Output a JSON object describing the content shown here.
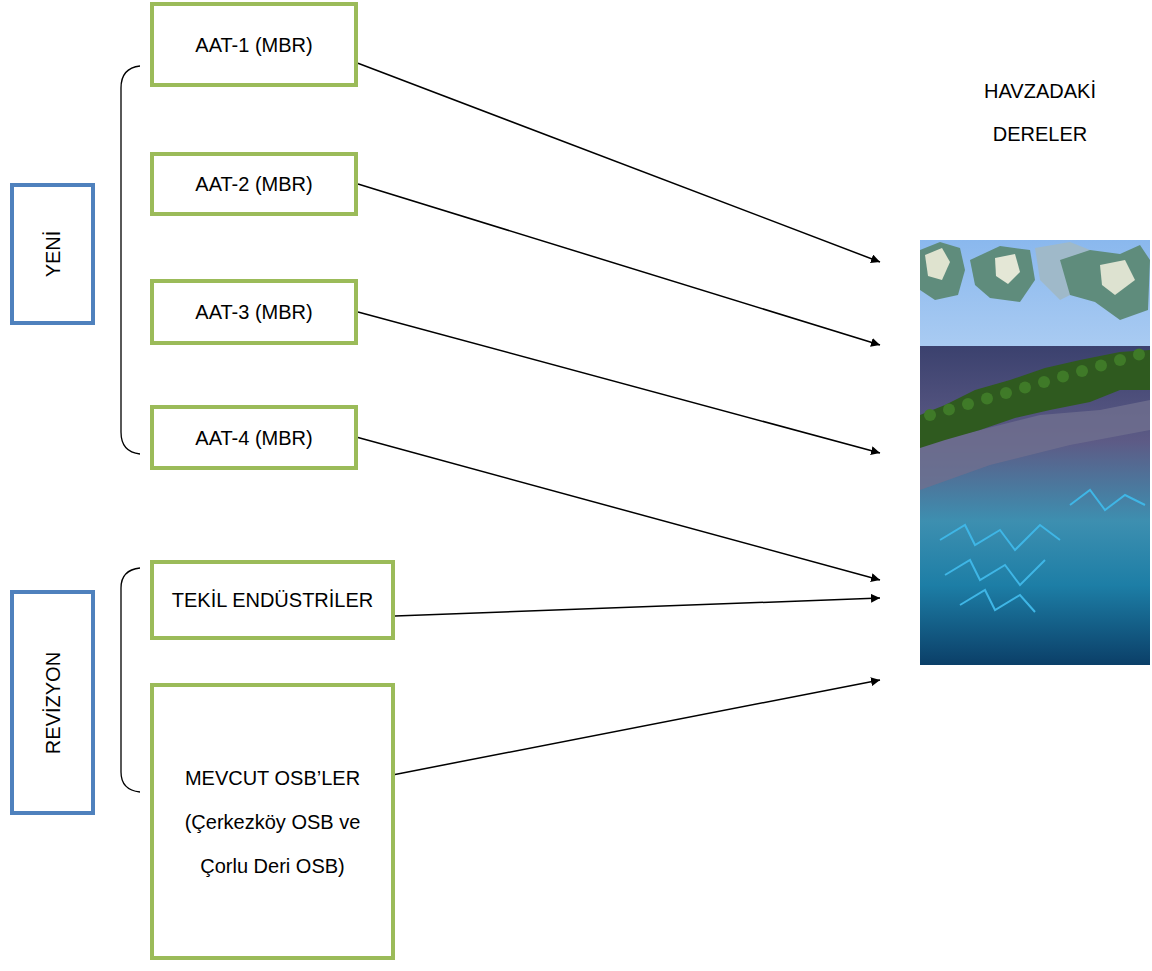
{
  "diagram": {
    "nodes": [
      {
        "text": [
          "AAT-1 (MBR)"
        ]
      },
      {
        "text": [
          "AAT-2 (MBR)"
        ]
      },
      {
        "text": [
          "AAT-3 (MBR)"
        ]
      },
      {
        "text": [
          "AAT-4 (MBR)"
        ]
      },
      {
        "text": [
          "TEKİL ENDÜSTRİLER"
        ]
      },
      {
        "text": [
          "MEVCUT OSB’LER (Çerkezköy OSB ve Çorlu Deri OSB)"
        ]
      },
      {
        "text": [
          "YENİ"
        ]
      },
      {
        "text": [
          "REVİZYON"
        ]
      },
      {
        "text": [
          "HAVZADAKİ DERELER"
        ]
      }
    ],
    "edges": [
      {
        "from": 0,
        "to": 8,
        "arrow": "to"
      },
      {
        "from": 1,
        "to": 8,
        "arrow": "to"
      },
      {
        "from": 2,
        "to": 8,
        "arrow": "to"
      },
      {
        "from": 3,
        "to": 8,
        "arrow": "to"
      },
      {
        "from": 4,
        "to": 8,
        "arrow": "to"
      },
      {
        "from": 5,
        "to": 8,
        "arrow": "to"
      }
    ]
  }
}
